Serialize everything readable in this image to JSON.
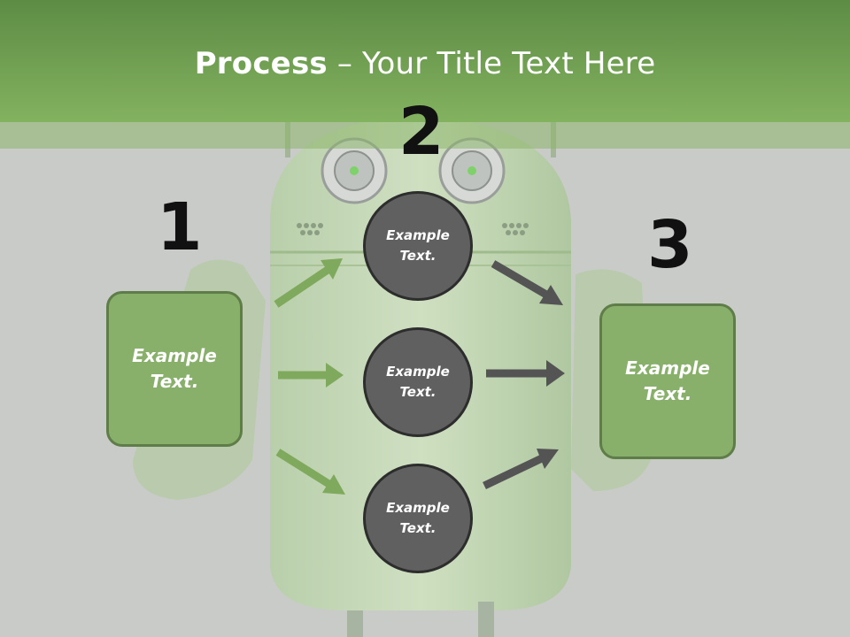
{
  "title": {
    "bold": "Process",
    "rest": " – Your Title Text Here"
  },
  "steps": [
    {
      "number": "1",
      "label": "Example Text."
    },
    {
      "number": "2",
      "items": [
        "Example Text.",
        "Example Text.",
        "Example Text."
      ]
    },
    {
      "number": "3",
      "label": "Example Text."
    }
  ],
  "colors": {
    "title_bar": "#83b25f",
    "box_fill": "#89b06b",
    "box_border": "#5e7d48",
    "circle_fill": "#606060",
    "green_arrow": "#7fa95c",
    "gray_arrow": "#545454"
  }
}
